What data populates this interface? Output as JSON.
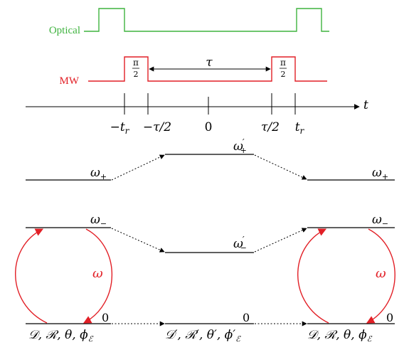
{
  "colors": {
    "optical": "#3fb33f",
    "mw": "#e21f26",
    "ink": "#000000",
    "transition": "#e21f26"
  },
  "timing": {
    "optical_label": "Optical",
    "mw_label": "MW",
    "pulse_label_num": "π",
    "pulse_label_den": "2",
    "tau_label": "τ",
    "axis_label": "t",
    "ticks": {
      "neg_tr": "−t",
      "neg_tr_sub": "r",
      "neg_tau_half": "−τ/2",
      "zero": "0",
      "tau_half": "τ/2",
      "tr": "t",
      "tr_sub": "r"
    }
  },
  "levels": {
    "left": {
      "plus": "ω",
      "plus_sub": "+",
      "minus": "ω",
      "minus_sub": "−",
      "zero": "0",
      "params": "𝒟, ℛ, θ, ϕ",
      "params_sub": "ℰ"
    },
    "middle": {
      "plus": "ω",
      "plus_sub": "+",
      "plus_prime": "′",
      "minus": "ω",
      "minus_sub": "−",
      "minus_prime": "′",
      "zero": "0",
      "params": "𝒟′, ℛ′, θ′, ϕ′",
      "params_sub": "ℰ"
    },
    "right": {
      "plus": "ω",
      "plus_sub": "+",
      "minus": "ω",
      "minus_sub": "−",
      "zero": "0",
      "params": "𝒟, ℛ, θ, ϕ",
      "params_sub": "ℰ"
    },
    "transition_label": "ω"
  }
}
